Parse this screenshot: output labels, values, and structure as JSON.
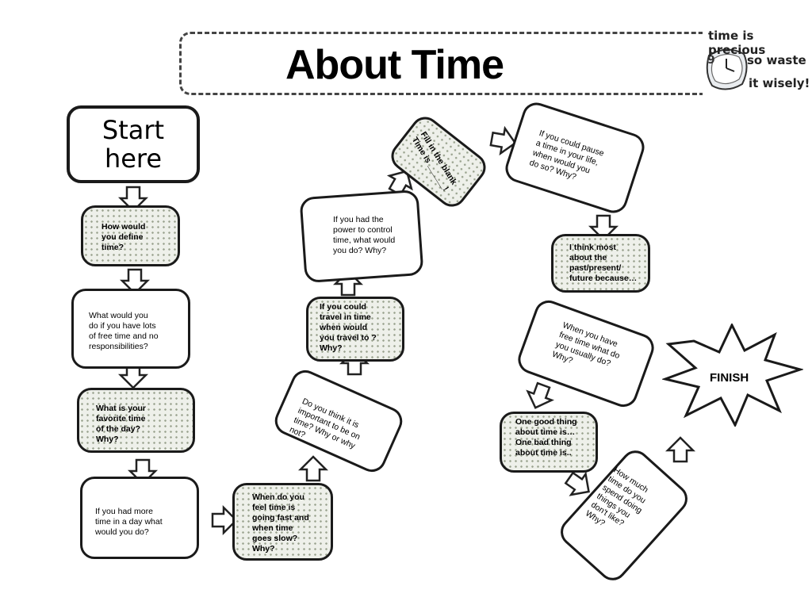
{
  "title": "About Time",
  "slogan": {
    "line1": "time is precious",
    "line2": "so waste",
    "line3": "it wisely!"
  },
  "start": "Start\nhere",
  "finish": "FINISH",
  "steps": [
    "How would\nyou define\ntime?",
    "What would you\ndo if you have lots\nof free time and no\nresponsibilities?",
    "What is your\nfavorite time\nof the day?\nWhy?",
    "If you had more\ntime in a day what\nwould you do?",
    "When do you\nfeel time is\ngoing fast and\nwhen time\ngoes slow?\nWhy?",
    "Do you think it is\nimportant to be on\ntime? Why or why\nnot?",
    "If you could\ntravel in time\nwhen would\nyou travel to ?\nWhy?",
    "If you had the\npower to control\ntime, what would\nyou do? Why?",
    "Fill in the blank\nTime is ______!",
    "If you could pause\na time in your life,\nwhen would you\ndo so? Why?",
    "I think most\nabout the\npast/present/\nfuture because…",
    "When you have\nfree time what do\nyou usually do?\nWhy?",
    "One good thing\nabout time is…\nOne bad thing\nabout time is..",
    "How much\ntime do you\nspend doing\nthings you\ndon't like?\nWhy?"
  ]
}
